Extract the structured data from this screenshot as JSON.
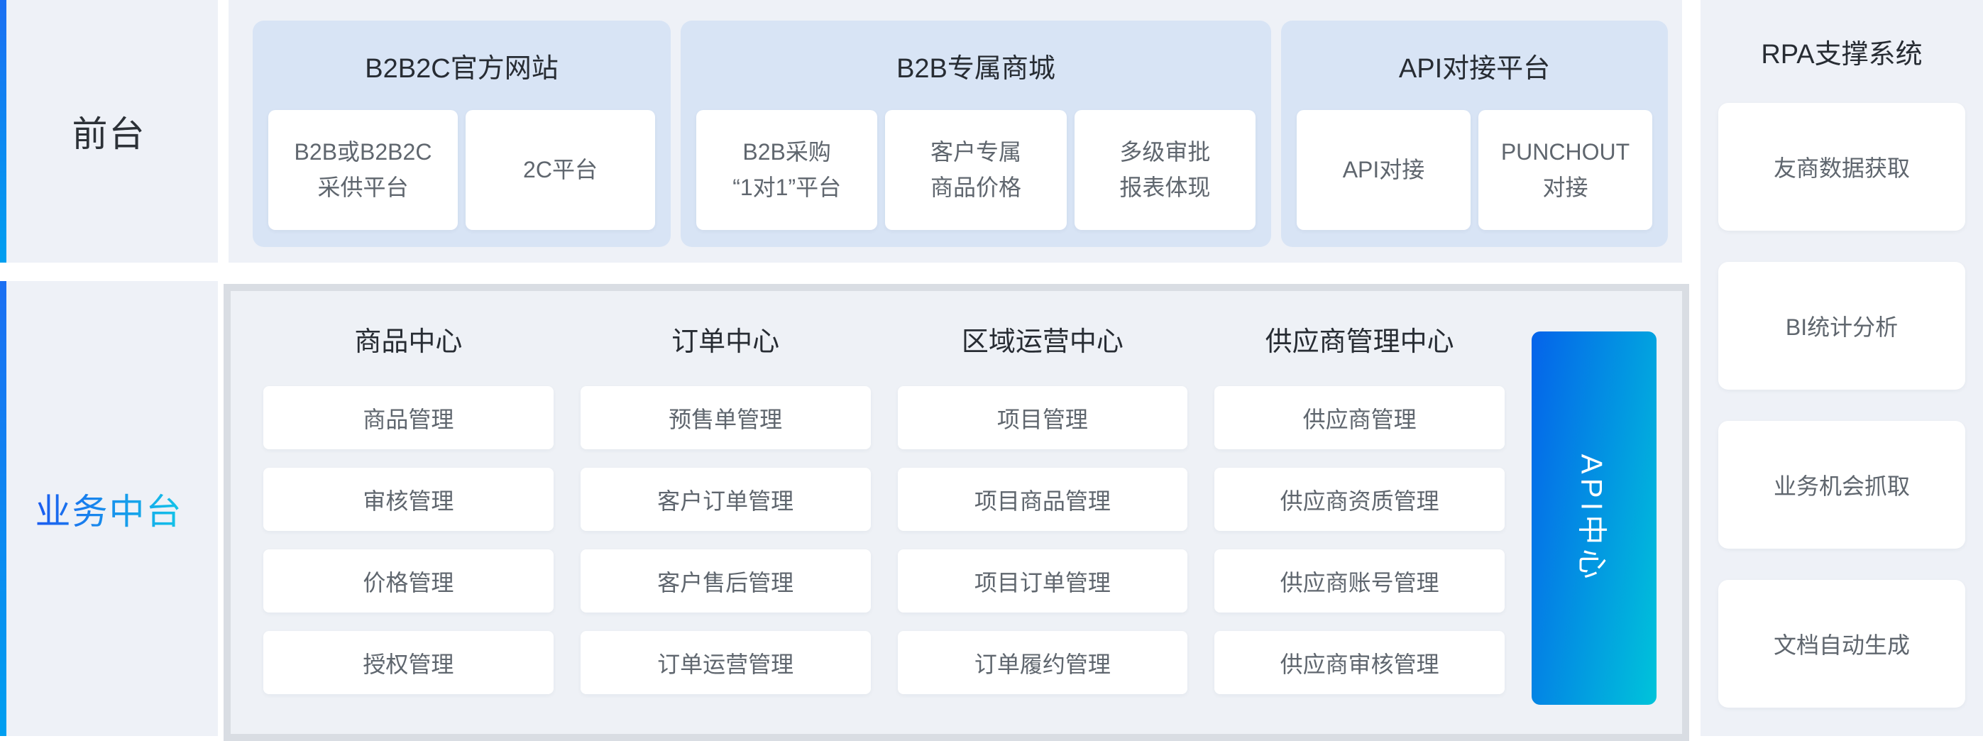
{
  "sidebar": {
    "front_label": "前台",
    "middle_label": "业务中台"
  },
  "front_groups": [
    {
      "title": "B2B2C官方网站",
      "cards": [
        "B2B或B2B2C\n采供平台",
        "2C平台"
      ]
    },
    {
      "title": "B2B专属商城",
      "cards": [
        "B2B采购\n“1对1”平台",
        "客户专属\n商品价格",
        "多级审批\n报表体现"
      ]
    },
    {
      "title": "API对接平台",
      "cards": [
        "API对接",
        "PUNCHOUT\n对接"
      ]
    }
  ],
  "middle_columns": [
    {
      "title": "商品中心",
      "cards": [
        "商品管理",
        "审核管理",
        "价格管理",
        "授权管理"
      ]
    },
    {
      "title": "订单中心",
      "cards": [
        "预售单管理",
        "客户订单管理",
        "客户售后管理",
        "订单运营管理"
      ]
    },
    {
      "title": "区域运营中心",
      "cards": [
        "项目管理",
        "项目商品管理",
        "项目订单管理",
        "订单履约管理"
      ]
    },
    {
      "title": "供应商管理中心",
      "cards": [
        "供应商管理",
        "供应商资质管理",
        "供应商账号管理",
        "供应商审核管理"
      ]
    }
  ],
  "api_center": {
    "label": "API中心"
  },
  "rpa": {
    "title": "RPA支撑系统",
    "cards": [
      "友商数据获取",
      "BI统计分析",
      "业务机会抓取",
      "文档自动生成"
    ]
  },
  "colors": {
    "panel_bg": "#eef1f7",
    "group_bg": "#d8e4f5",
    "card_bg": "#ffffff",
    "container_border": "#d9dde3",
    "accent_gradient_start": "#1b6ff2",
    "accent_gradient_end": "#009ff0",
    "middle_label_gradient_start": "#1b5bf0",
    "middle_label_gradient_end": "#13c6e8",
    "api_bar_gradient_start": "#0563ea",
    "api_bar_gradient_end": "#00c4da",
    "heading_text": "#272c33",
    "card_text": "#5f666e"
  }
}
